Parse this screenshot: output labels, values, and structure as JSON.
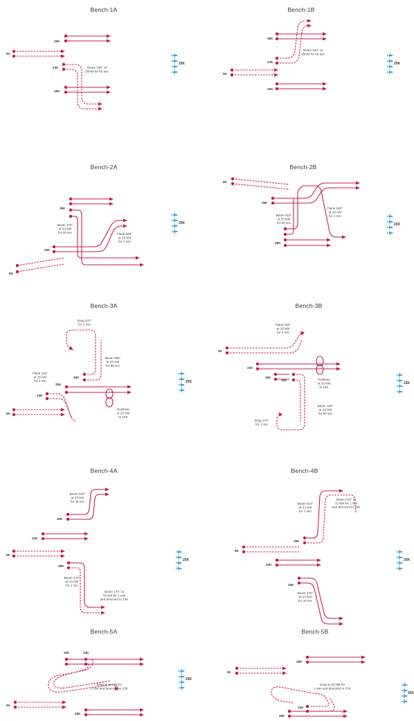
{
  "colors": {
    "track": "#c2185b",
    "ownship": "#2196d3"
  },
  "panels": [
    {
      "id": "1A",
      "title": "Bench-1A",
      "own_label": "25K",
      "labels": [
        "26K",
        "9K",
        "24K",
        "28K"
      ],
      "notes": [
        [
          "Beam 160° at",
          "35NM for 60 sec"
        ]
      ]
    },
    {
      "id": "1B",
      "title": "Bench-1B",
      "own_label": "25K",
      "labels": [
        "28K",
        "24K",
        "9K",
        "26K"
      ],
      "notes": [
        [
          "Beam 020° at",
          "35NM for 60 sec"
        ]
      ]
    },
    {
      "id": "2A",
      "title": "Bench-2A",
      "own_label": "25K",
      "labels": [
        "28K",
        "25K",
        "9K"
      ],
      "notes": [
        [
          "Beam 170°",
          "at 33 NM",
          "for 60 sec"
        ],
        [
          "Flank 020°",
          "at 28 NM",
          "for 1 min"
        ]
      ]
    },
    {
      "id": "2B",
      "title": "Bench-2B",
      "own_label": "25K",
      "labels": [
        "9K",
        "25K",
        "28K"
      ],
      "notes": [
        [
          "Beam 010°",
          "at 33 NM",
          "for 60 sec"
        ],
        [
          "Flank 160°",
          "at 28 NM",
          "for 1 min"
        ]
      ]
    },
    {
      "id": "3A",
      "title": "Bench-3A",
      "own_label": "25K",
      "labels": [
        "30K",
        "25K",
        "24K",
        "9K"
      ],
      "notes": [
        [
          "Drag 270°",
          "for 1 min"
        ],
        [
          "Beam 360°",
          "at 28 NM",
          "for 90 sec"
        ],
        [
          "Flank 130°",
          "at 25 NM",
          "for 1 min"
        ],
        [
          "Posthole",
          "at 25 NM",
          "to 15K"
        ]
      ]
    },
    {
      "id": "3B",
      "title": "Bench-3B",
      "own_label": "25K",
      "labels": [
        "9K",
        "24K",
        "25K",
        "30K"
      ],
      "notes": [
        [
          "Flank 030°",
          "at 25 NM",
          "for 1 min"
        ],
        [
          "Posthole",
          "at 25 NM",
          "to 15K"
        ],
        [
          "Beam 180°",
          "at 28 NM",
          "for 90 sec"
        ],
        [
          "Drag 270°",
          "for 1 min"
        ]
      ]
    },
    {
      "id": "4A",
      "title": "Bench-4A",
      "own_label": "25K",
      "labels": [
        "26K",
        "24K",
        "9K",
        "28K"
      ],
      "notes": [
        [
          "Beam 010°",
          "at 33 NM",
          "for 45 sec"
        ],
        [
          "Beam 170°",
          "at 33 NM",
          "for 1 min"
        ],
        [
          "Beam 170° at",
          "33 NM for 1 min",
          "and descend to 10K"
        ]
      ]
    },
    {
      "id": "4B",
      "title": "Bench-4B",
      "own_label": "25K",
      "labels": [
        "28K",
        "9K",
        "24K",
        "26K"
      ],
      "notes": [
        [
          "Beam 010°",
          "at 33 NM",
          "for 1 min"
        ],
        [
          "Beam 010° at",
          "33 NM for 1 min",
          "and descend to 10K"
        ],
        [
          "Beam 170°",
          "at 33 NM",
          "for 45 sec"
        ]
      ]
    },
    {
      "id": "5A",
      "title": "Bench-5A",
      "own_label": "25K",
      "labels": [
        "26K",
        "24K",
        "9K",
        "28K"
      ],
      "notes": [
        [
          "Drag at 30 NM for",
          "1 min and descend to 15K"
        ]
      ]
    },
    {
      "id": "5B",
      "title": "Bench-5B",
      "own_label": "25K",
      "labels": [
        "28K",
        "9K",
        "24K",
        "26K"
      ],
      "notes": [
        [
          "Drag at 30 NM for",
          "1 min and descend to 15K"
        ]
      ]
    }
  ]
}
